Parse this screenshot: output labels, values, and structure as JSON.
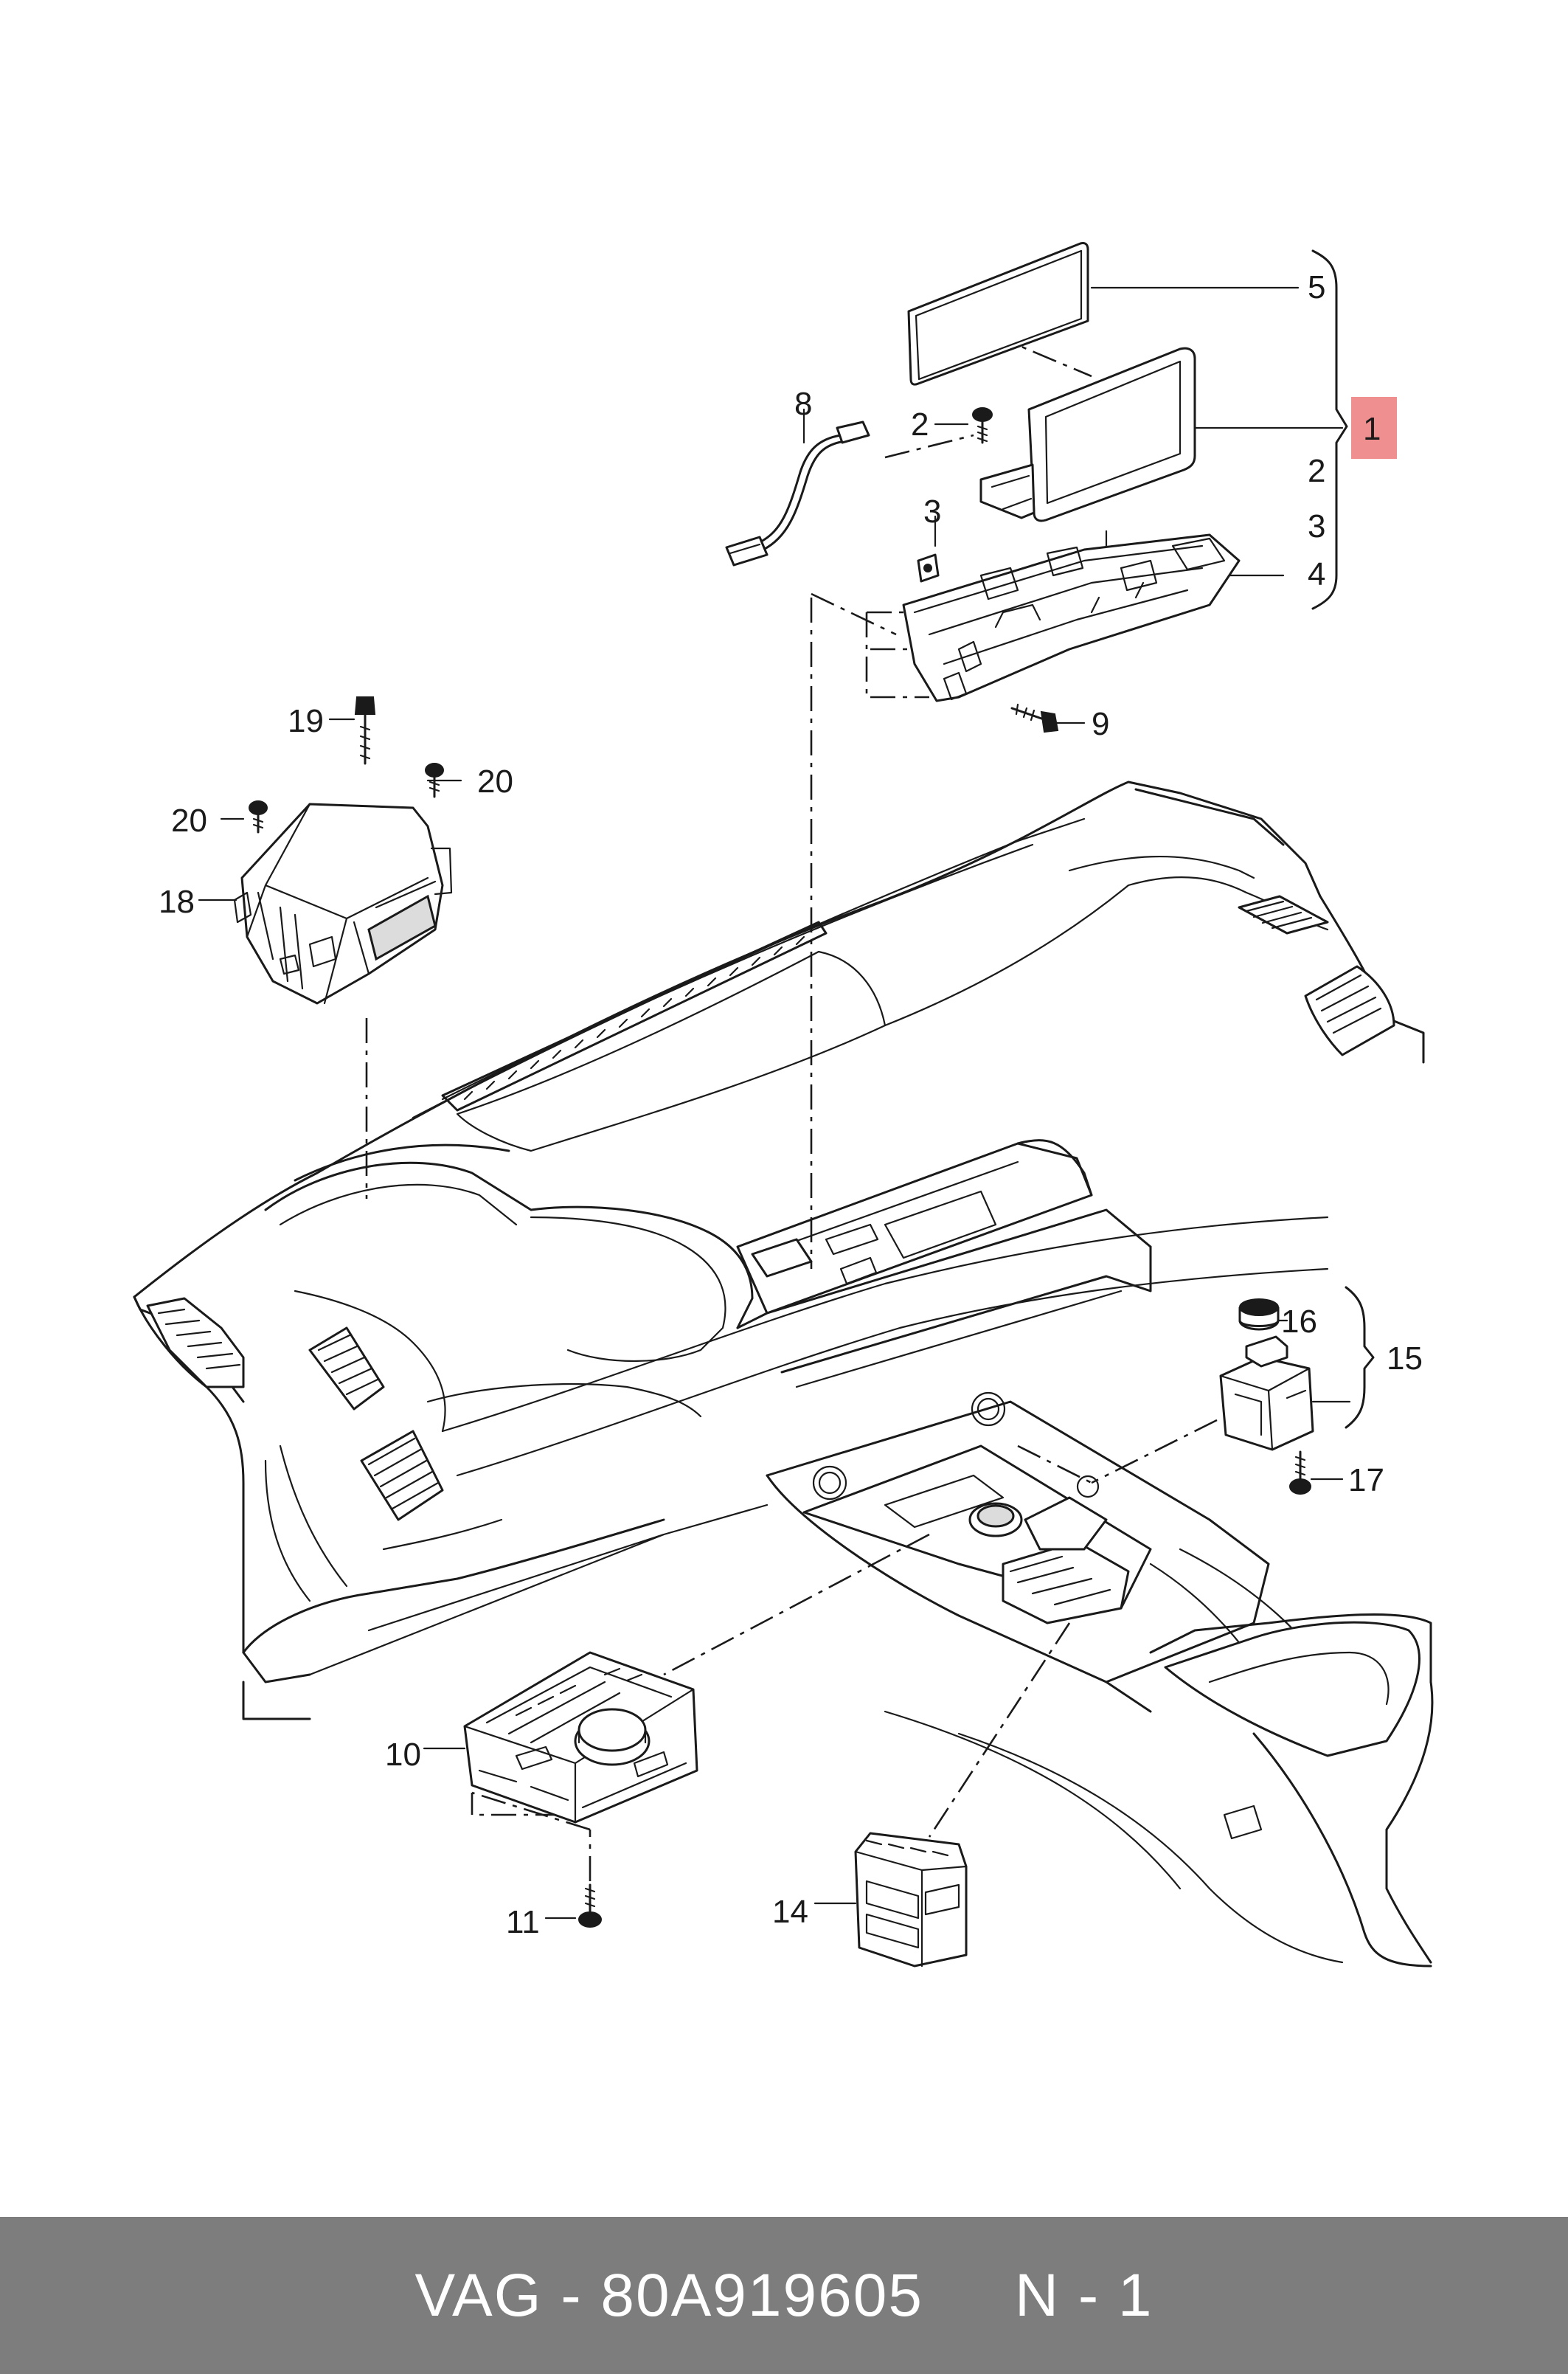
{
  "footer": {
    "text": "VAG - 80A919605     N - 1"
  },
  "highlight_color": "#f08f8f",
  "labels": {
    "l1": "1",
    "l2a": "2",
    "l2b": "2",
    "l3a": "3",
    "l3b": "3",
    "l4": "4",
    "l5": "5",
    "l8": "8",
    "l9": "9",
    "l10": "10",
    "l11": "11",
    "l14": "14",
    "l15": "15",
    "l16": "16",
    "l17": "17",
    "l18": "18",
    "l19": "19",
    "l20a": "20",
    "l20b": "20"
  }
}
